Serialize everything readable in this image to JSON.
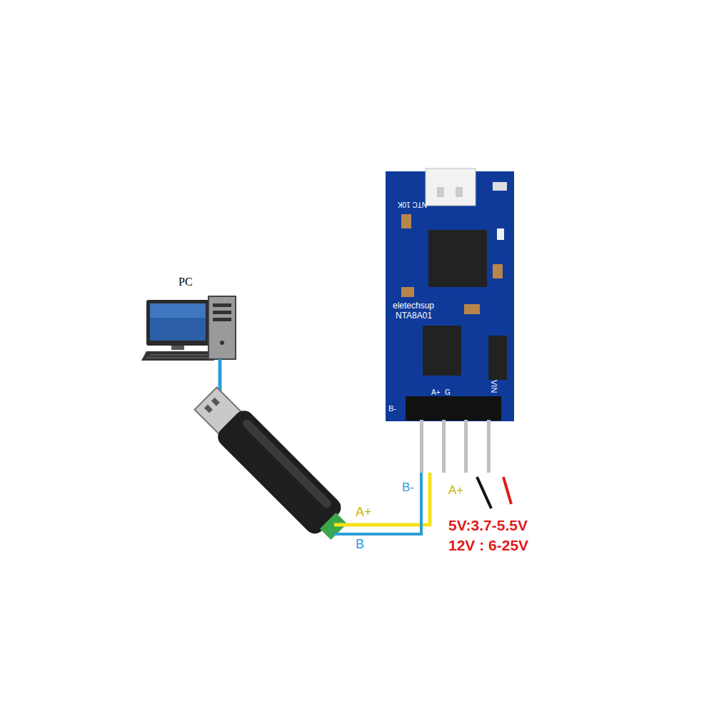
{
  "diagram": {
    "nodes": [
      {
        "text": [
          "PC"
        ]
      },
      {
        "text": [
          "NTC 10K",
          "eletechsup",
          "NTA8A01",
          "B-",
          "A+",
          "G",
          "VIN"
        ]
      }
    ],
    "labels": [
      "A+",
      "B",
      "B-",
      "A+",
      "5V:3.7-5.5V",
      "12V : 6-25V"
    ]
  }
}
